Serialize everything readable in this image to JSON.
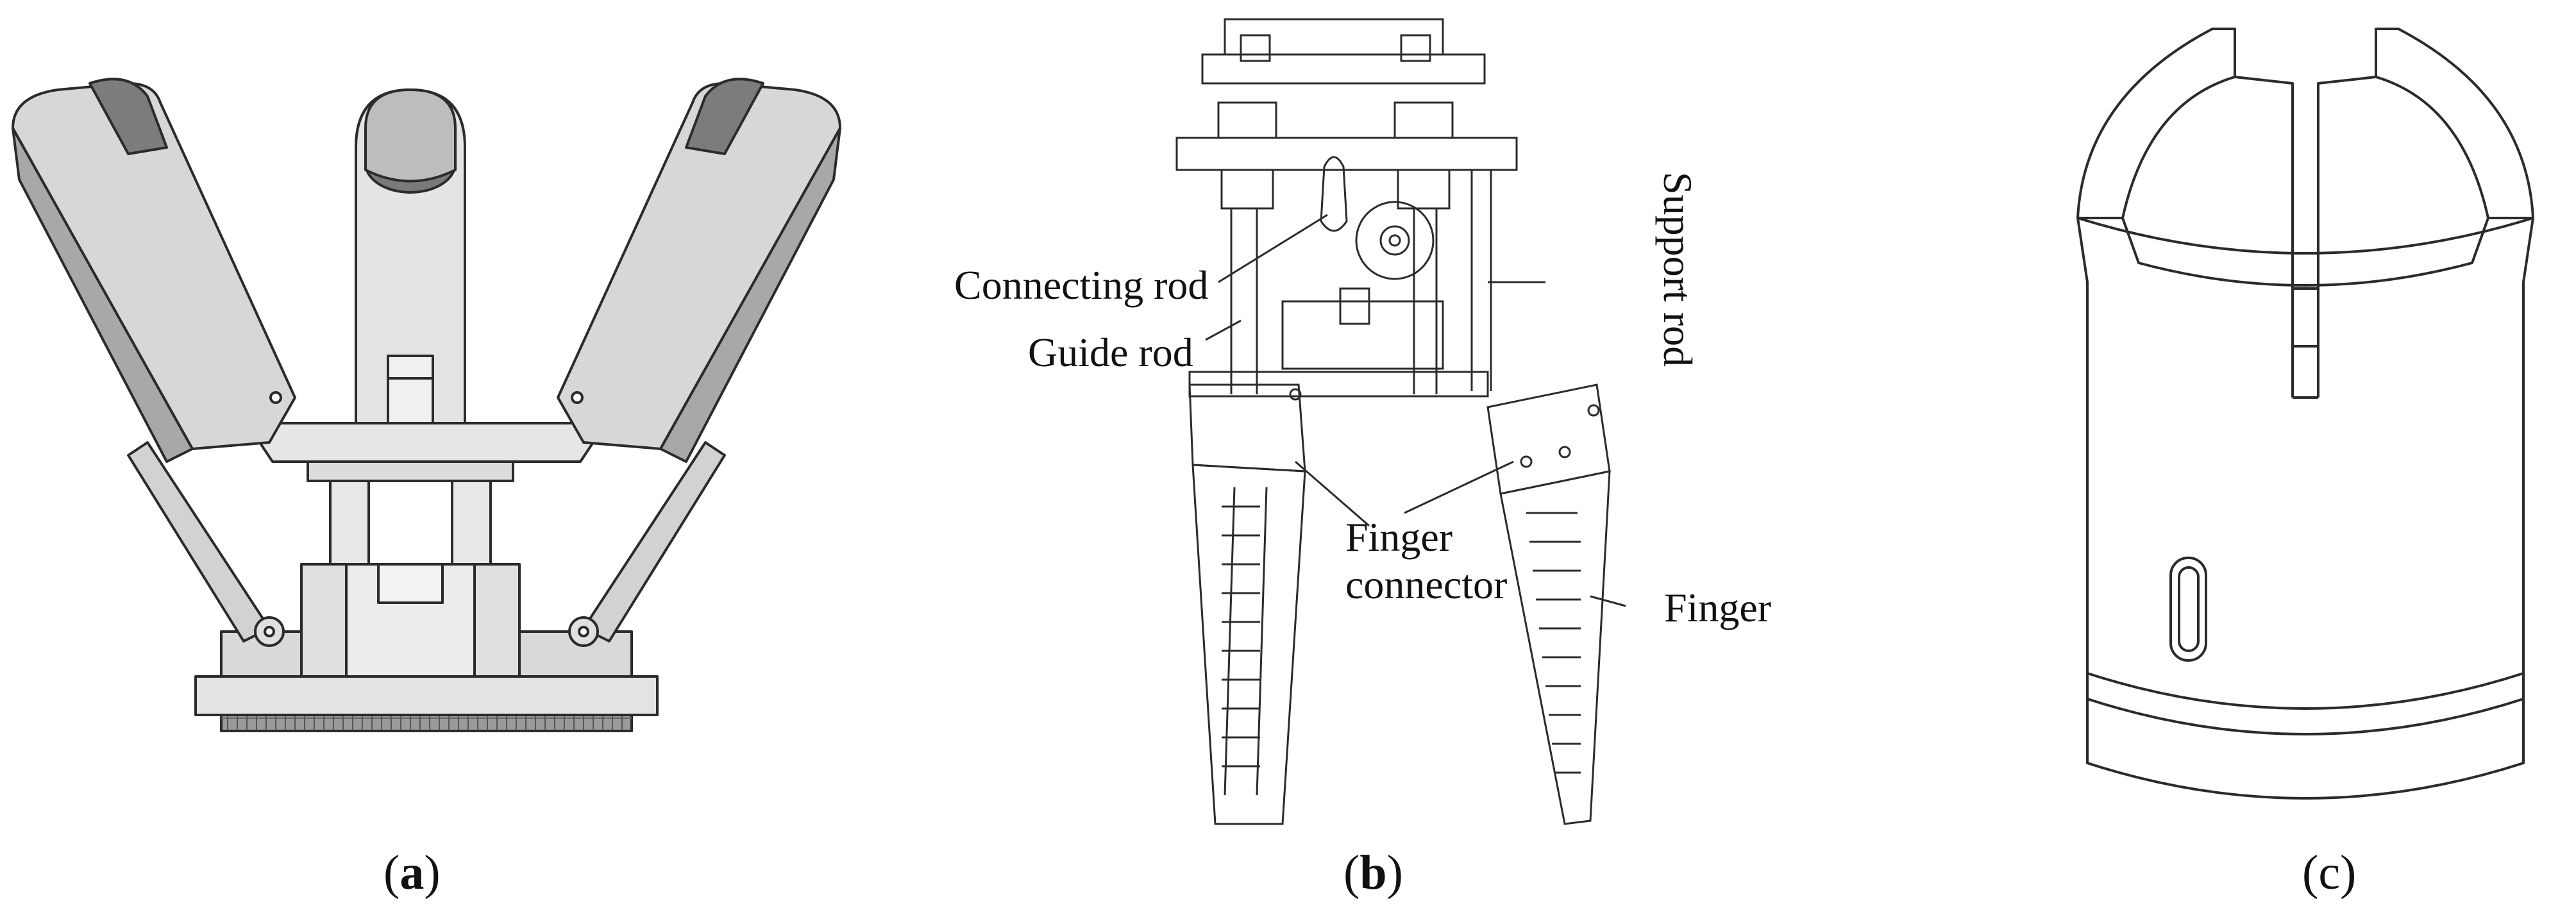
{
  "panels": [
    {
      "id": "a",
      "caption_open": "(",
      "caption_letter": "a",
      "caption_close": ")"
    },
    {
      "id": "b",
      "caption_open": "(",
      "caption_letter": "b",
      "caption_close": ")"
    },
    {
      "id": "c",
      "caption_open": "(",
      "caption_letter": "c",
      "caption_close": ")"
    }
  ],
  "labels": {
    "connecting_rod": "Connecting rod",
    "guide_rod": "Guide rod",
    "support_rod": "Support rod",
    "finger_connector_line1": "Finger",
    "finger_connector_line2": "connector",
    "finger": "Finger"
  },
  "colors": {
    "line": "#2b2b2b",
    "light_gray": "#e6e6e6",
    "mid_gray": "#c9c9c9",
    "dark_gray": "#8c8c8c",
    "darker_gray": "#6e6e6e"
  }
}
